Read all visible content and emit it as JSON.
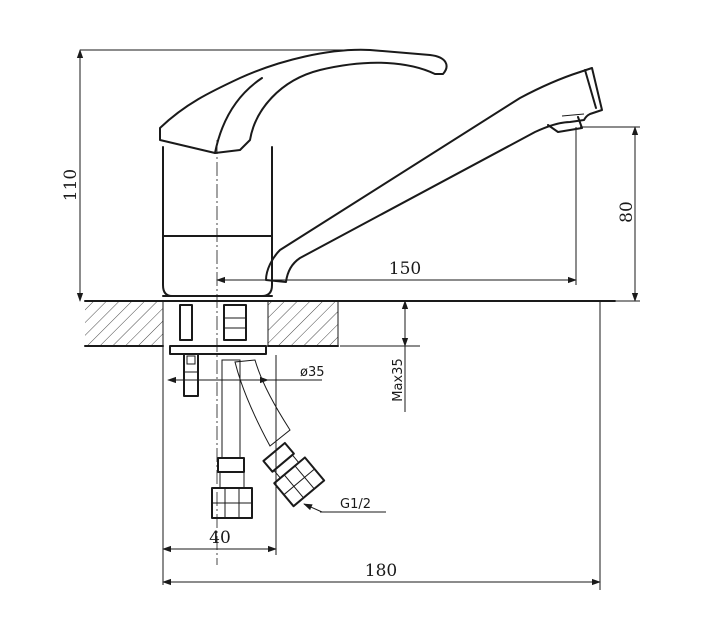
{
  "dimensions": {
    "height_total": "110",
    "spout_height": "80",
    "spout_reach": "150",
    "hole_diameter": "ø35",
    "max_thickness": "Max35",
    "hose_thread": "G1/2",
    "base_width": "40",
    "total_length": "180"
  }
}
